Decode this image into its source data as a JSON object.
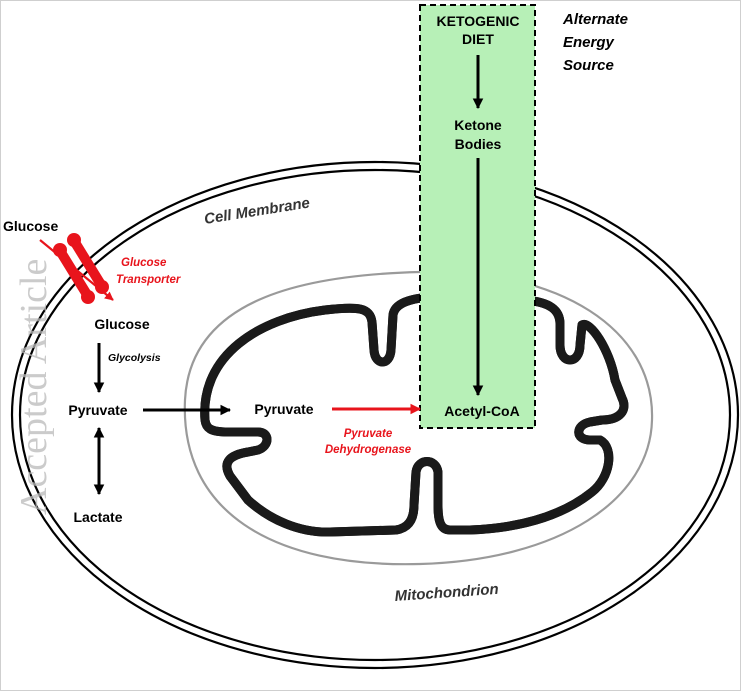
{
  "keto_box": {
    "title_line1": "KETOGENIC",
    "title_line2": "DIET",
    "ketone_line1": "Ketone",
    "ketone_line2": "Bodies",
    "acetyl": "Acetyl-CoA"
  },
  "alternate": {
    "line1": "Alternate",
    "line2": "Energy",
    "line3": "Source"
  },
  "cell_membrane": "Cell Membrane",
  "mitochondrion": "Mitochondrion",
  "glucose_outside": "Glucose",
  "glucose_transporter": {
    "line1": "Glucose",
    "line2": "Transporter"
  },
  "glucose_inside": "Glucose",
  "glycolysis": "Glycolysis",
  "pyruvate_cyto": "Pyruvate",
  "pyruvate_mito": "Pyruvate",
  "pyruvate_dh": {
    "line1": "Pyruvate",
    "line2": "Dehydrogenase"
  },
  "lactate": "Lactate",
  "watermark": "Accepted Article",
  "colors": {
    "green": "#b7f0b7",
    "red": "#e8141c",
    "black": "#000000",
    "gray": "#9a9a9a",
    "dark": "#333333"
  }
}
